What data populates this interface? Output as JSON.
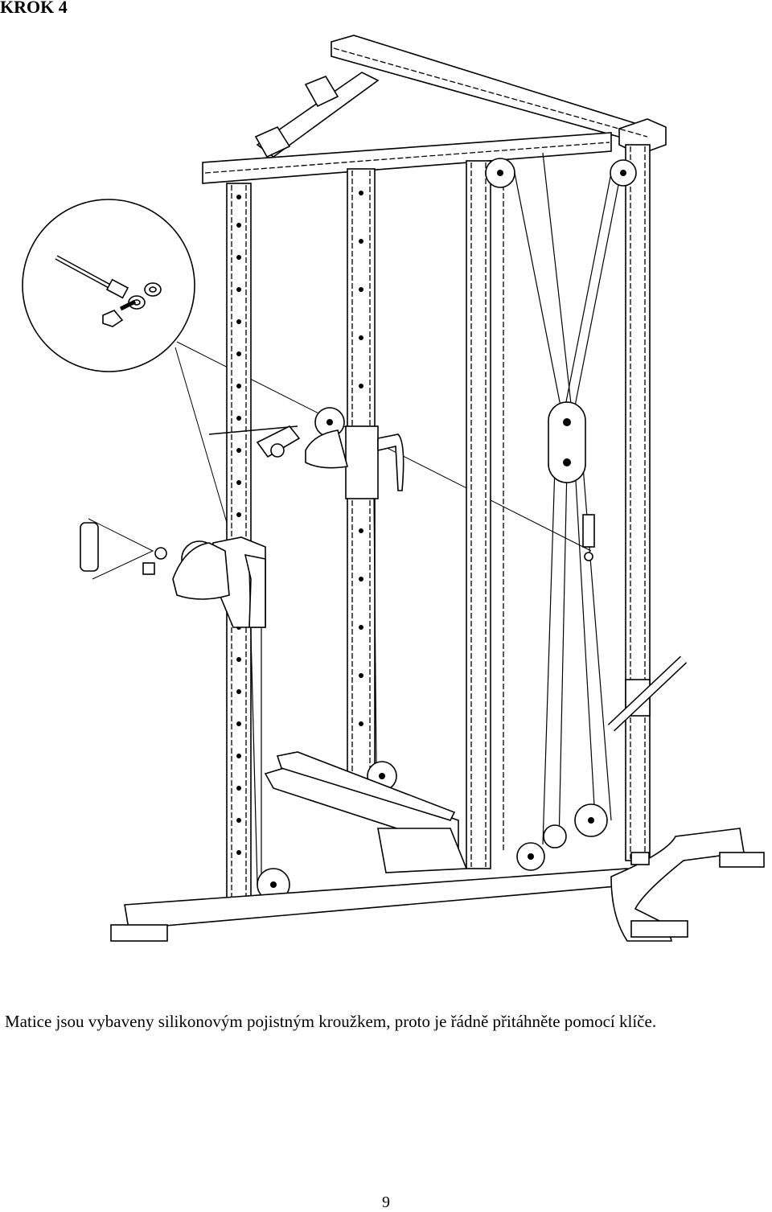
{
  "header": {
    "step_title": "KROK 4"
  },
  "figure": {
    "detail_callout": {
      "icon": "bolt-assembly-icon"
    },
    "illustration": {
      "icon": "multi-gym-frame-icon"
    }
  },
  "caption": {
    "text": "Matice jsou vybaveny silikonovým pojistným kroužkem, proto je řádně přitáhněte pomocí klíče."
  },
  "footer": {
    "page_number": "9"
  }
}
